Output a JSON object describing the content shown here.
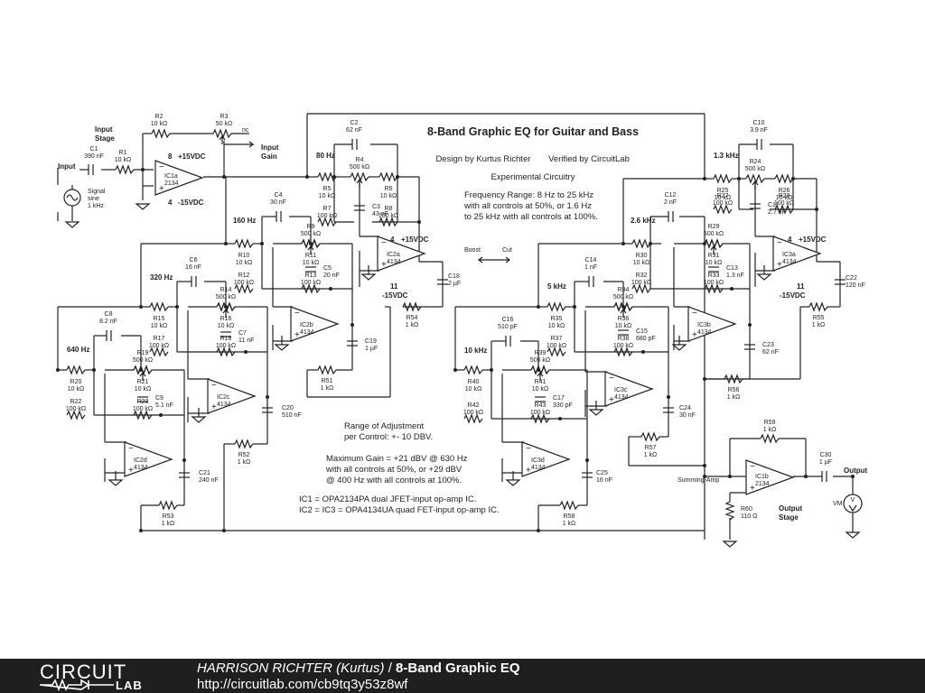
{
  "header": {
    "title": "8-Band Graphic EQ for Guitar and Bass",
    "design_by": "Design by Kurtus Richter",
    "verified_by": "Verified by CircuitLab",
    "experimental": "Experimental Circuitry"
  },
  "notes": {
    "freq_range": [
      "Frequency Range: 8 Hz to 25 kHz",
      "with all controls at 50%, or 1.6 Hz",
      "to 25 kHz with all controls at 100%."
    ],
    "adjust": [
      "Range of Adjustment",
      "per Control: +- 10 DBV."
    ],
    "max_gain": [
      "Maximum Gain = +21 dBV @ 630 Hz",
      "with all controls at 50%, or +29 dBV",
      "@ 400 Hz with all controls at 100%."
    ],
    "ic": [
      "IC1 = OPA2134PA dual JFET-input op-amp IC.",
      "IC2 = IC3 = OPA4134UA quad FET-input op-amp IC."
    ]
  },
  "labels": {
    "input": "Input",
    "input_stage": [
      "Input",
      "Stage"
    ],
    "input_gain": [
      "Input",
      "Gain"
    ],
    "nc": "nc",
    "signal": [
      "Signal",
      "sine",
      "1 kHz"
    ],
    "boost": "Boost",
    "cut": "Cut",
    "summing": "Summing-Amp",
    "output": "Output",
    "output_stage": [
      "Output",
      "Stage"
    ],
    "vm": "VM",
    "v": "V",
    "plus15": "+15VDC",
    "minus15": "-15VDC"
  },
  "bands": [
    "80 Hz",
    "160 Hz",
    "320 Hz",
    "640 Hz",
    "1.3 kHz",
    "2.6 kHz",
    "5 kHz",
    "10 kHz"
  ],
  "opamps": {
    "ic1a": "IC1a",
    "ic1b": "IC1b",
    "ic1_part": "2134",
    "ic2a": "IC2a",
    "ic2b": "IC2b",
    "ic2c": "IC2c",
    "ic2d": "IC2d",
    "ic3a": "IC3a",
    "ic3b": "IC3b",
    "ic3c": "IC3c",
    "ic3d": "IC3d",
    "ic4_part": "4134",
    "pin8": "8",
    "pin4": "4",
    "pin11": "11"
  },
  "components": {
    "C1": [
      "C1",
      "390 nF"
    ],
    "R1": [
      "R1",
      "10 kΩ"
    ],
    "R2": [
      "R2",
      "10 kΩ"
    ],
    "R3": [
      "R3",
      "50 kΩ"
    ],
    "C2": [
      "C2",
      "62 nF"
    ],
    "R4": [
      "R4",
      "500 kΩ"
    ],
    "R5": [
      "R5",
      "10 kΩ"
    ],
    "R6": [
      "R6",
      "10 kΩ"
    ],
    "R7": [
      "R7",
      "100 kΩ"
    ],
    "C3": [
      "C3",
      "43 nF"
    ],
    "R8": [
      "R8",
      "100 kΩ"
    ],
    "C4": [
      "C4",
      "30 nF"
    ],
    "R9": [
      "R9",
      "500 kΩ"
    ],
    "R10": [
      "R10",
      "10 kΩ"
    ],
    "R11": [
      "R11",
      "10 kΩ"
    ],
    "R12": [
      "R12",
      "100 kΩ"
    ],
    "C5": [
      "C5",
      "20 nF"
    ],
    "R13": [
      "R13",
      "100 kΩ"
    ],
    "C6": [
      "C6",
      "16 nF"
    ],
    "R14": [
      "R14",
      "500 kΩ"
    ],
    "R15": [
      "R15",
      "10 kΩ"
    ],
    "R16": [
      "R16",
      "10 kΩ"
    ],
    "R17": [
      "R17",
      "100 kΩ"
    ],
    "C7": [
      "C7",
      "11 nF"
    ],
    "R18": [
      "R18",
      "100 kΩ"
    ],
    "C8": [
      "C8",
      "8.2 nF"
    ],
    "R19": [
      "R19",
      "500 kΩ"
    ],
    "R20": [
      "R20",
      "10 kΩ"
    ],
    "R21": [
      "R21",
      "10 kΩ"
    ],
    "R22": [
      "R22",
      "100 kΩ"
    ],
    "C9": [
      "C9",
      "5.1 nF"
    ],
    "R23": [
      "R23",
      "100 kΩ"
    ],
    "C10": [
      "C10",
      "3.9 nF"
    ],
    "R24": [
      "R24",
      "500 kΩ"
    ],
    "R25": [
      "R25",
      "10 kΩ"
    ],
    "R26": [
      "R26",
      "10 kΩ"
    ],
    "R27": [
      "R27",
      "100 kΩ"
    ],
    "C11": [
      "C11",
      "2.7 nF"
    ],
    "R28": [
      "R28",
      "100 kΩ"
    ],
    "C12": [
      "C12",
      "2 nF"
    ],
    "R29": [
      "R29",
      "500 kΩ"
    ],
    "R30": [
      "R30",
      "10 kΩ"
    ],
    "R31": [
      "R31",
      "10 kΩ"
    ],
    "R32": [
      "R32",
      "100 kΩ"
    ],
    "C13": [
      "C13",
      "1.3 nF"
    ],
    "R33": [
      "R33",
      "100 kΩ"
    ],
    "C14": [
      "C14",
      "1 nF"
    ],
    "R34": [
      "R34",
      "500 kΩ"
    ],
    "R35": [
      "R35",
      "10 kΩ"
    ],
    "R36": [
      "R36",
      "10 kΩ"
    ],
    "R37": [
      "R37",
      "100 kΩ"
    ],
    "C15": [
      "C15",
      "680 pF"
    ],
    "R38": [
      "R38",
      "100 kΩ"
    ],
    "C16": [
      "C16",
      "510 pF"
    ],
    "R39": [
      "R39",
      "500 kΩ"
    ],
    "R40": [
      "R40",
      "10 kΩ"
    ],
    "R41": [
      "R41",
      "10 kΩ"
    ],
    "R42": [
      "R42",
      "100 kΩ"
    ],
    "C17": [
      "C17",
      "330 pF"
    ],
    "R43": [
      "R43",
      "100 kΩ"
    ],
    "C18": [
      "C18",
      "2 µF"
    ],
    "R54": [
      "R54",
      "1 kΩ"
    ],
    "C19": [
      "C19",
      "1 µF"
    ],
    "R51": [
      "R51",
      "1 kΩ"
    ],
    "C20": [
      "C20",
      "510 nF"
    ],
    "R52": [
      "R52",
      "1 kΩ"
    ],
    "C21": [
      "C21",
      "240 nF"
    ],
    "R53": [
      "R53",
      "1 kΩ"
    ],
    "C22": [
      "C22",
      "120 nF"
    ],
    "R55": [
      "R55",
      "1 kΩ"
    ],
    "C23": [
      "C23",
      "62 nF"
    ],
    "R56": [
      "R56",
      "1 kΩ"
    ],
    "C24": [
      "C24",
      "30 nF"
    ],
    "R57": [
      "R57",
      "1 kΩ"
    ],
    "C25": [
      "C25",
      "16 nF"
    ],
    "R58": [
      "R58",
      "1 kΩ"
    ],
    "R59": [
      "R59",
      "1 kΩ"
    ],
    "R60": [
      "R60",
      "110 Ω"
    ],
    "C30": [
      "C30",
      "1 µF"
    ]
  },
  "footer": {
    "logo_top": "CIRCUIT",
    "logo_bottom": "LAB",
    "author": "HARRISON RICHTER (Kurtus)",
    "sep": " / ",
    "project": "8-Band Graphic EQ",
    "url": "http://circuitlab.com/cb9tq3y53z8wf"
  }
}
